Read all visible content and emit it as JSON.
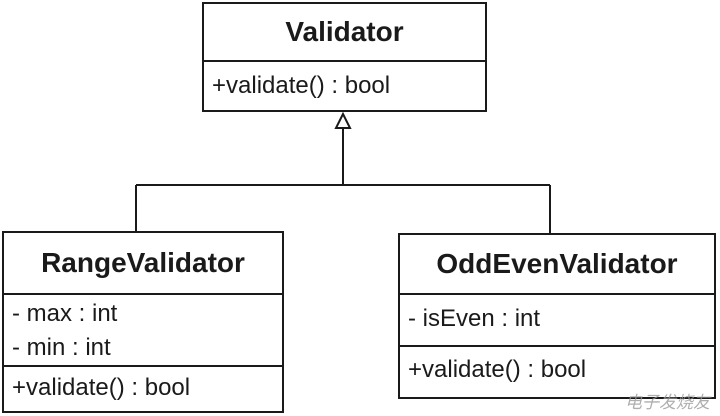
{
  "classes": {
    "validator": {
      "name": "Validator",
      "operations": [
        "+validate() : bool"
      ]
    },
    "range_validator": {
      "name": "RangeValidator",
      "attributes": [
        "- max : int",
        "- min : int"
      ],
      "operations": [
        "+validate() : bool"
      ]
    },
    "odd_even_validator": {
      "name": "OddEvenValidator",
      "attributes": [
        "- isEven : int"
      ],
      "operations": [
        "+validate() : bool"
      ]
    }
  },
  "relationships": [
    {
      "type": "generalization",
      "from": "RangeValidator",
      "to": "Validator"
    },
    {
      "type": "generalization",
      "from": "OddEvenValidator",
      "to": "Validator"
    }
  ],
  "watermark": "电子发烧友"
}
